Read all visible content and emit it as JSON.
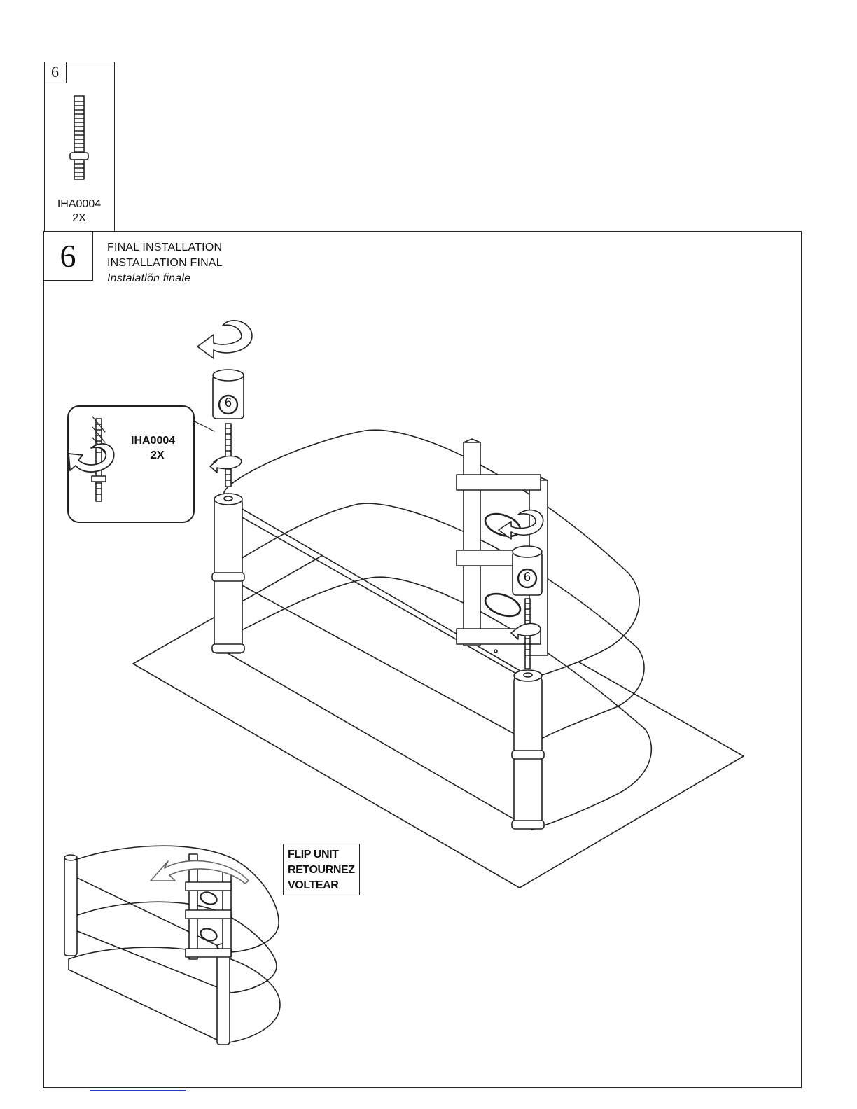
{
  "parts_panel": {
    "step_number": "6",
    "part_code": "IHA0004",
    "quantity": "2X"
  },
  "main_step": {
    "step_number": "6",
    "title_en": "FINAL INSTALLATION",
    "title_fr": "INSTALLATION FINAL",
    "title_es": "Instalatlõn finale"
  },
  "callouts": {
    "bolt_detail_code": "IHA0004",
    "bolt_detail_qty": "2X",
    "part_marker_1": "6",
    "part_marker_2": "6"
  },
  "flip_note": {
    "line1": "FLIP UNIT",
    "line2": "RETOURNEZ",
    "line3": "VOLTEAR"
  },
  "colors": {
    "line": "#222222",
    "footer_link": "#2a3ad0"
  }
}
